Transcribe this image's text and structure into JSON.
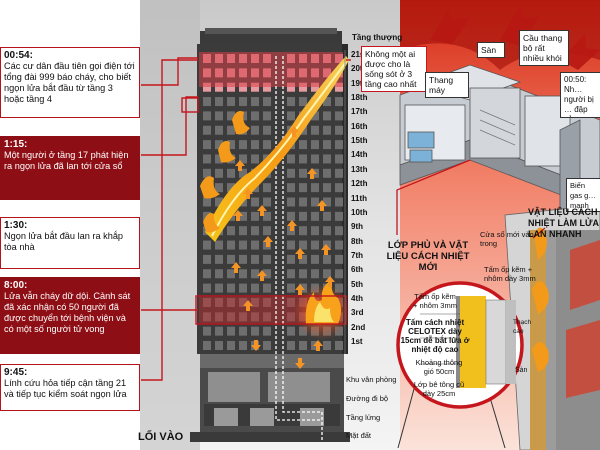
{
  "timeline": [
    {
      "time": "00:54:",
      "text": "Các cư dân đầu tiên gọi điện tới tổng đài 999 báo cháy, cho biết ngọn lửa bắt đầu từ tầng 3 hoặc tầng 4"
    },
    {
      "time": "1:15:",
      "text": "Một người ở tầng 17 phát hiện ra ngọn lửa đã lan tới cửa sổ"
    },
    {
      "time": "1:30:",
      "text": "Ngọn lửa bắt đầu lan ra khắp tòa nhà"
    },
    {
      "time": "8:00:",
      "text": "Lửa vẫn cháy dữ dội. Cảnh sát đã xác nhận có 50 người đã được chuyển tới bệnh viện và có một số người tử vong"
    },
    {
      "time": "9:45:",
      "text": "Lính cứu hỏa tiếp cận tầng 21 và tiếp tục kiểm soát ngọn lửa"
    }
  ],
  "floors": {
    "top": "Tầng thượng",
    "numbered": [
      "21st",
      "20th",
      "19th",
      "18th",
      "17th",
      "16th",
      "15th",
      "14th",
      "13th",
      "12th",
      "11th",
      "10th",
      "9th",
      "8th",
      "7th",
      "6th",
      "5th",
      "4th",
      "3rd",
      "2nd",
      "1st"
    ],
    "lower": [
      "Khu vân phòng",
      "Đường đi bộ",
      "Tầng lửng",
      "Mặt đất"
    ]
  },
  "entrance_label": "LỐI VÀO",
  "callouts": {
    "top_floors": "Không một ai được cho là sống sót ở 3 tầng cao nhất",
    "stairs": "Cầu thang bộ rất nhiều khói",
    "floor_label": "Sàn",
    "elevator": "Thang máy",
    "right_0050": "00:50: Nh… người bị … đập cửa … cháy chỉ …",
    "right_mid": "Biến gas g… mạnh dữ… đế xô xu…"
  },
  "cladding": {
    "heading_left": "LỚP PHỦ VÀ VẬT LIỆU CÁCH NHIỆT MỚI",
    "heading_right": "VẬT LIỆU CÁCH NHIỆT LÀM LỬA LAN NHANH",
    "window_frame": "Cửa sổ mới vào trong",
    "zinc_right": "Tấm ốp kẽm + nhôm dày 3mm",
    "zinc_left": "Tấm ốp kẽm + nhôm 3mm",
    "celotex": "Tấm cách nhiệt CELOTEX dày 15cm dễ bắt lửa ở nhiệt độ cao",
    "air_gap": "Khoảng thông gió 50cm",
    "concrete": "Lớp bê tông cũ dày 25cm",
    "thach_cao": "Thạch cao",
    "san": "Sàn"
  }
}
